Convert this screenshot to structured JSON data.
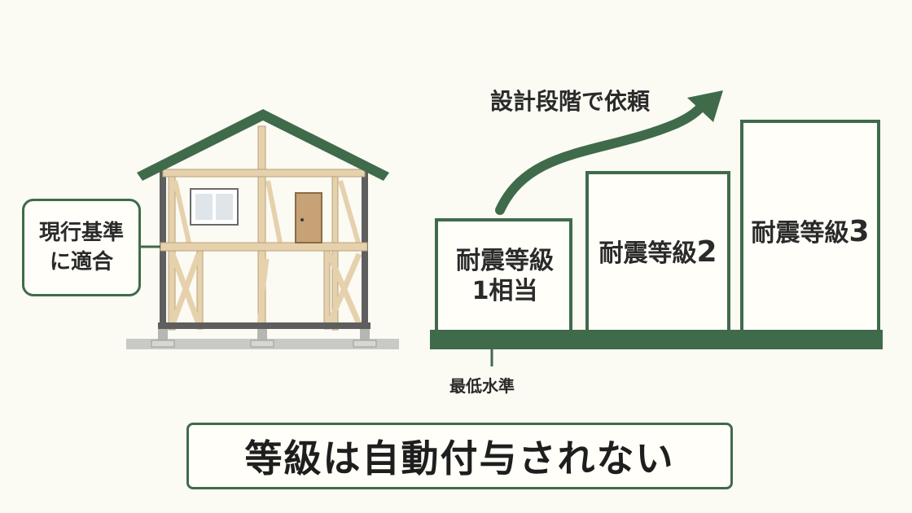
{
  "house_label": {
    "line1": "現行基準",
    "line2": "に適合"
  },
  "arrow_label": "設計段階で依頼",
  "grades": [
    {
      "line1": "耐震等級",
      "line2": "1相当"
    },
    {
      "line1": "耐震等級",
      "num": "2"
    },
    {
      "line1": "耐震等級",
      "num": "3"
    }
  ],
  "baseline_label": "最低水準",
  "footer_text": "等級は自動付与されない",
  "colors": {
    "green": "#3f6b4b",
    "wood": "#e6d1ad",
    "frame": "#5e5e5e",
    "background": "#fbfaf3"
  }
}
